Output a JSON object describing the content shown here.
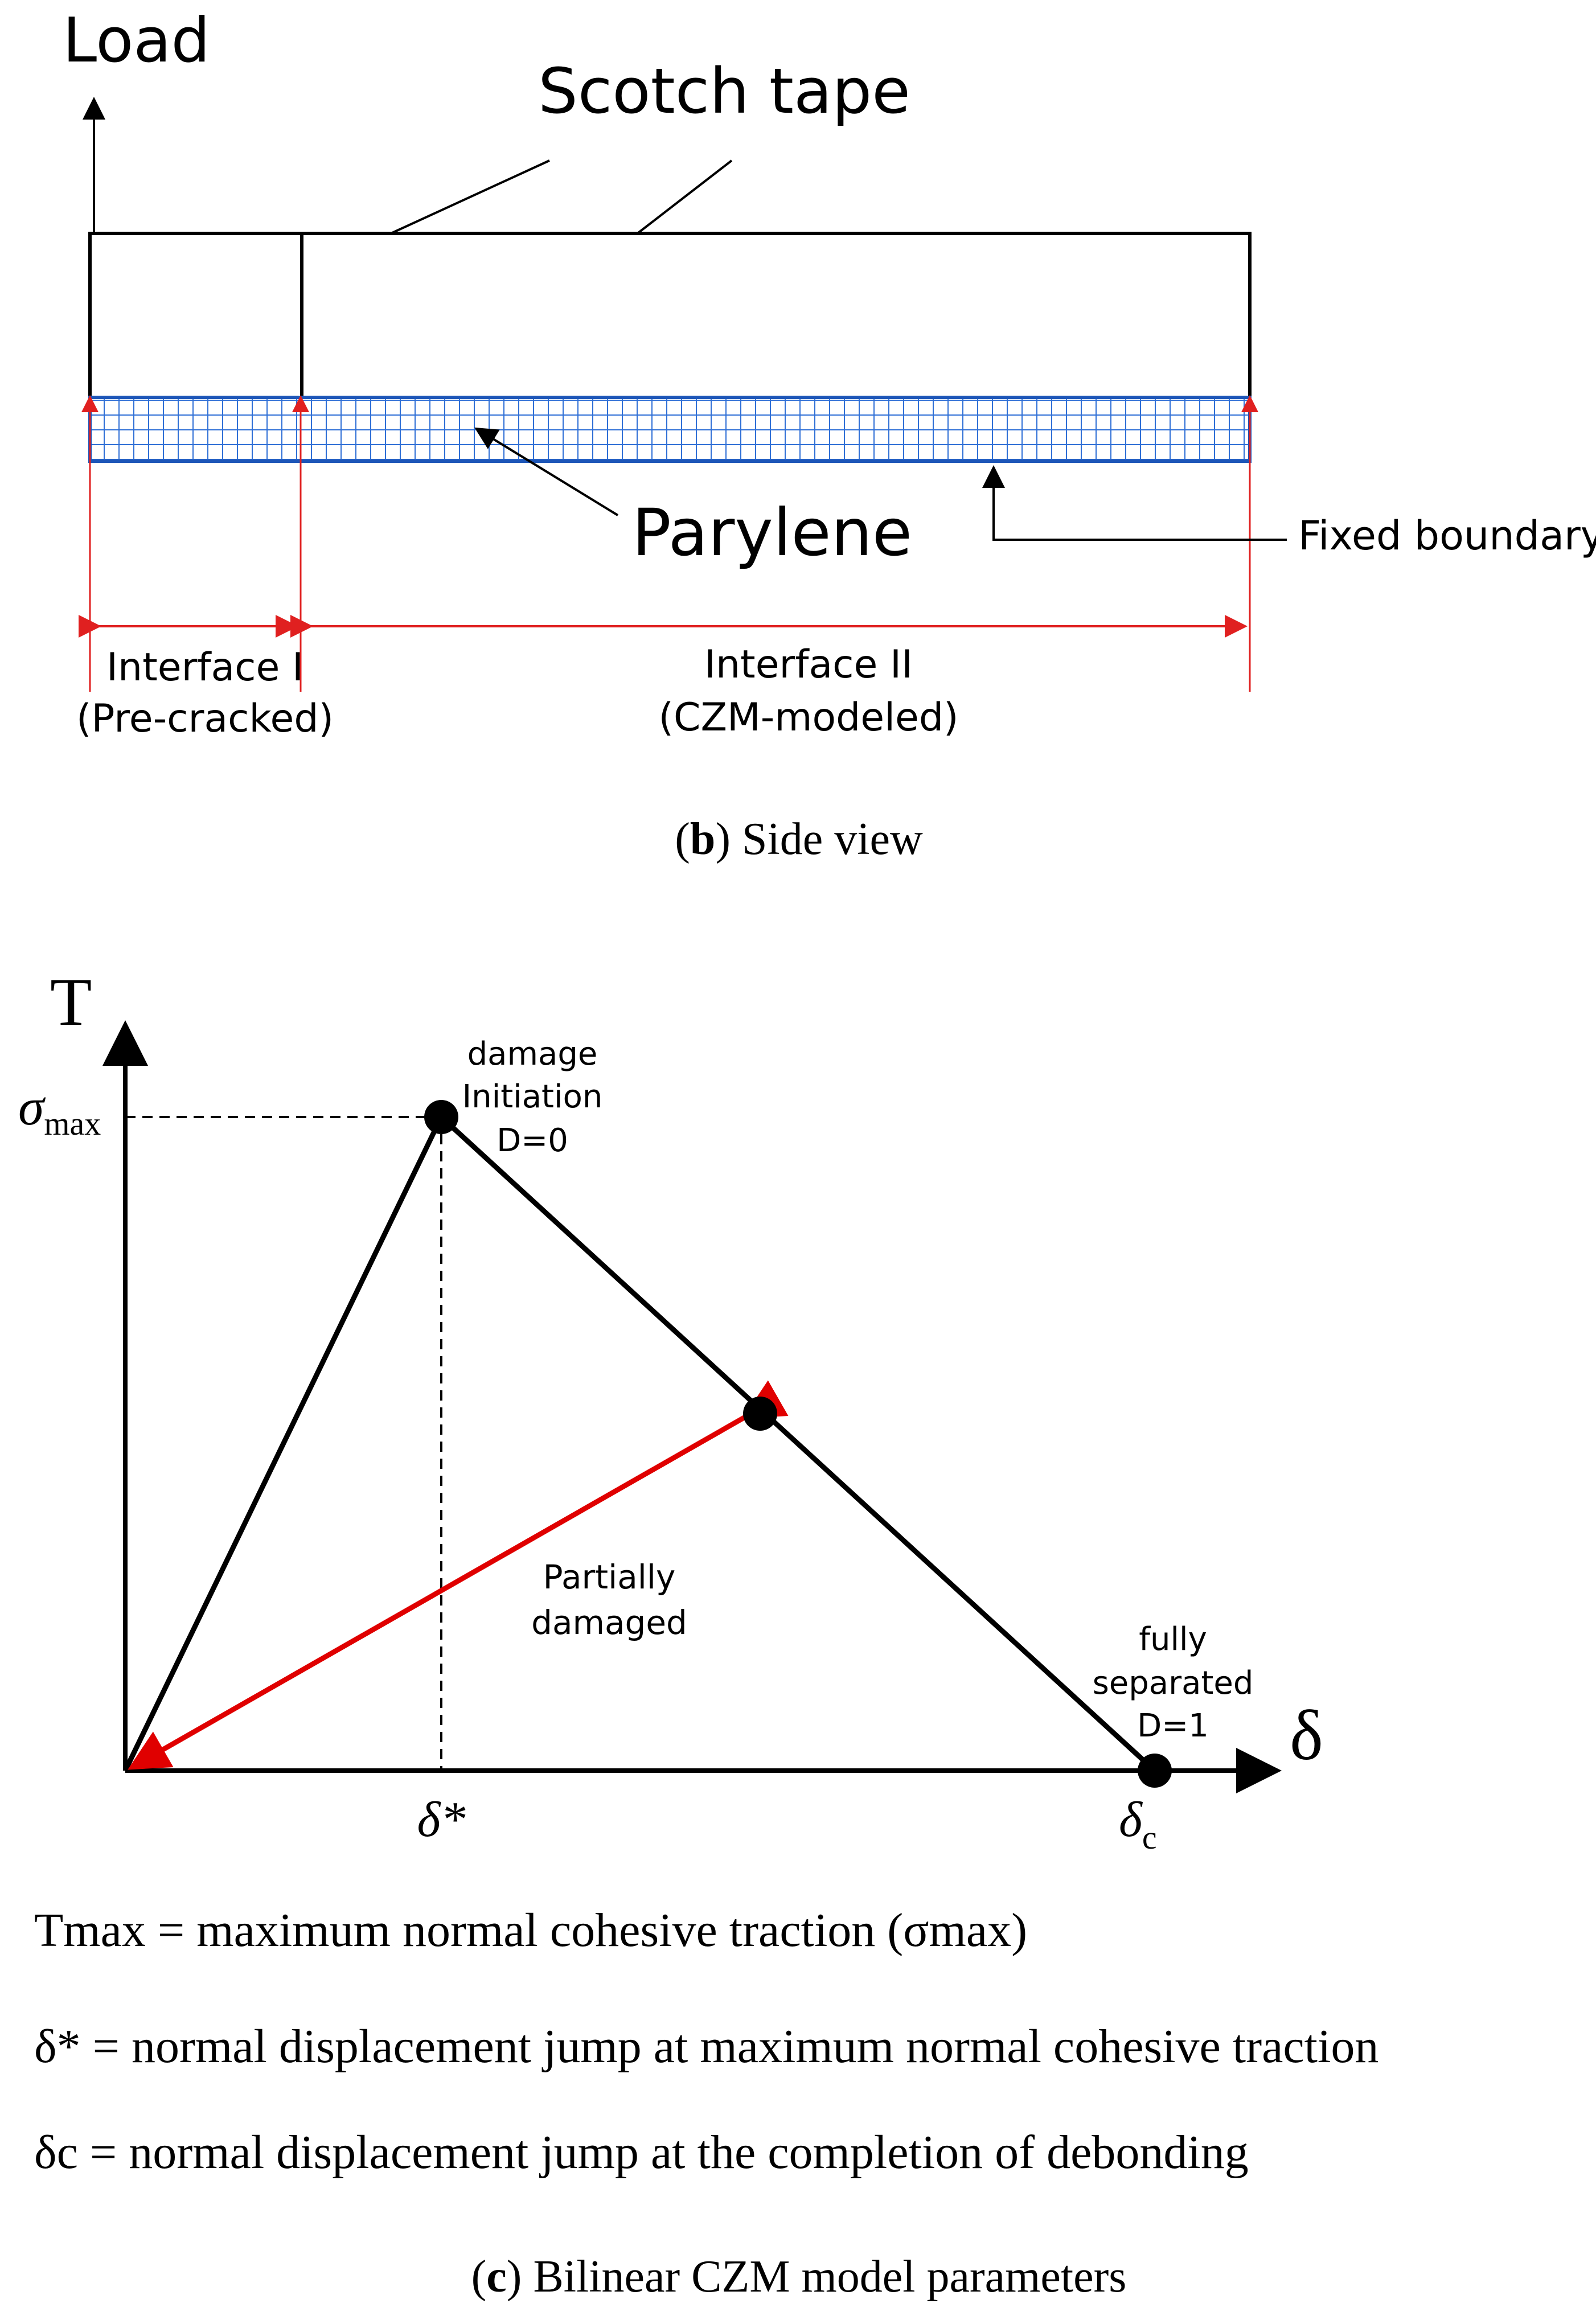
{
  "side_view": {
    "load_label": "Load",
    "scotch_tape_label": "Scotch tape",
    "parylene_label": "Parylene",
    "fixed_boundary_label": "Fixed boundary",
    "interface1_line1": "Interface I",
    "interface1_line2": "(Pre-cracked)",
    "interface2_line1": "Interface II",
    "interface2_line2": "(CZM-modeled)",
    "caption_letter": "b",
    "caption_open": "(",
    "caption_close": ")",
    "caption_text": " Side view",
    "colors": {
      "mesh": "#2f6fd6",
      "dimension": "#e02020"
    }
  },
  "czm_plot": {
    "y_axis_label": "T",
    "x_axis_label": "δ",
    "sigma_symbol": "σ",
    "sigma_subscript": "max",
    "delta_star": "δ*",
    "delta_c_symbol": "δ",
    "delta_c_subscript": "c",
    "peak_label_1": "damage",
    "peak_label_2": "Initiation",
    "peak_label_3": "D=0",
    "partial_label_1": "Partially",
    "partial_label_2": "damaged",
    "end_label_1": "fully",
    "end_label_2": "separated",
    "end_label_3": "D=1",
    "colors": {
      "unload": "#e00000"
    }
  },
  "definitions": [
    "Tmax = maximum normal cohesive traction (σmax)",
    "δ* = normal displacement jump at maximum normal cohesive traction",
    "δc = normal displacement jump at the completion of debonding"
  ],
  "caption_c": {
    "open": "(",
    "letter": "c",
    "close": ")",
    "text": " Bilinear CZM model parameters"
  }
}
